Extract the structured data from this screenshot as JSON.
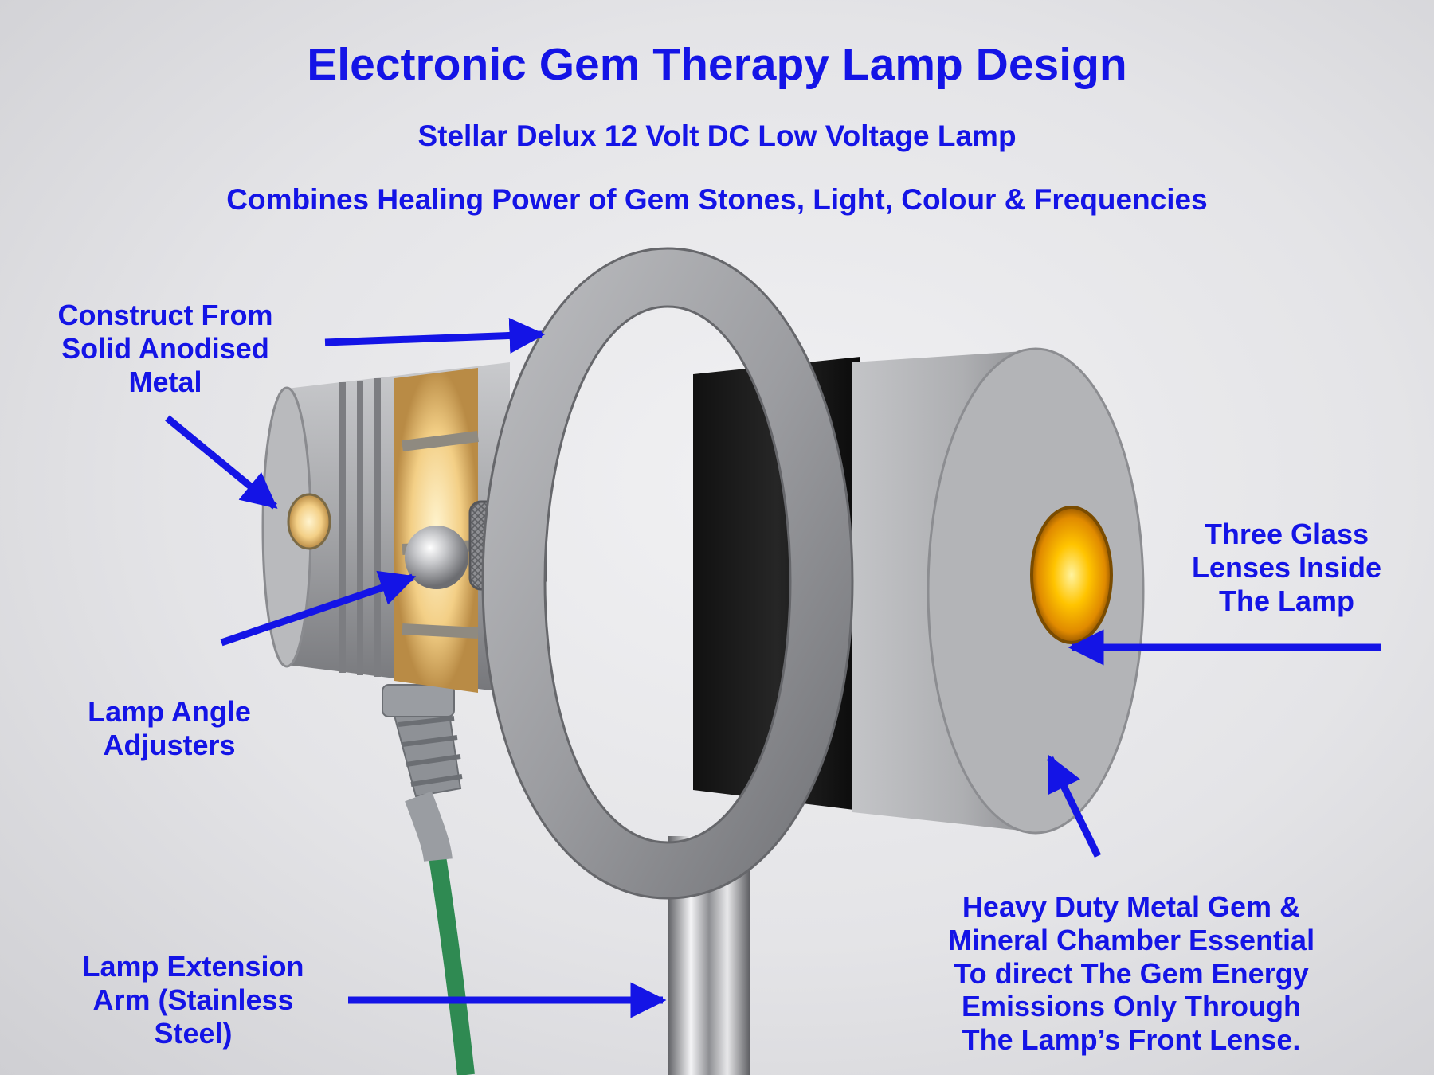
{
  "header": {
    "title": "Electronic Gem Therapy Lamp Design",
    "subtitle": "Stellar Delux 12 Volt DC Low Voltage Lamp",
    "tagline": "Combines Healing Power of Gem Stones, Light, Colour & Frequencies"
  },
  "callouts": {
    "metal": "Construct From\nSolid Anodised\nMetal",
    "angle": "Lamp Angle\nAdjusters",
    "arm": "Lamp Extension\nArm (Stainless\nSteel)",
    "lenses": "Three Glass\nLenses Inside\nThe Lamp",
    "chamber": "Heavy Duty Metal Gem &\nMineral Chamber Essential\nTo direct The Gem Energy\nEmissions Only Through\nThe Lamp’s Front Lense."
  },
  "colors": {
    "label_blue": "#1414e6",
    "metal_silver": "#a9aaad",
    "lens_amber": "#ffb400",
    "cable_green": "#2f8a52"
  }
}
